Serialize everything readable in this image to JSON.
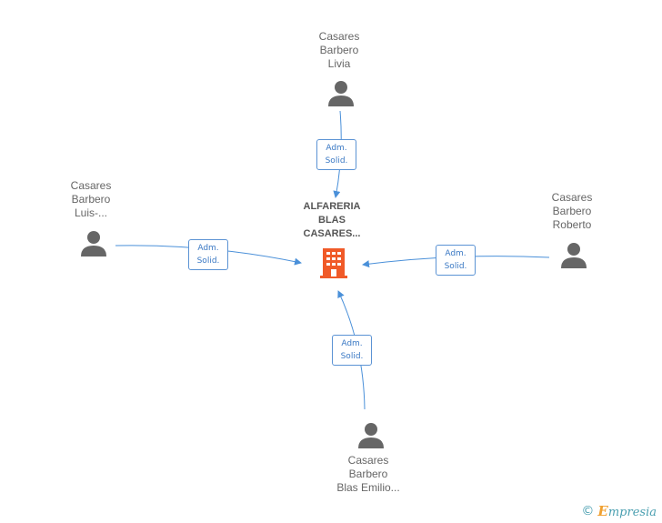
{
  "company": {
    "name_lines": [
      "ALFARERIA",
      "BLAS",
      "CASARES..."
    ],
    "color": "#f05a28"
  },
  "people": [
    {
      "id": "top",
      "name_lines": [
        "Casares",
        "Barbero",
        "Livia"
      ]
    },
    {
      "id": "left",
      "name_lines": [
        "Casares",
        "Barbero",
        "Luis-..."
      ]
    },
    {
      "id": "right",
      "name_lines": [
        "Casares",
        "Barbero",
        "Roberto"
      ]
    },
    {
      "id": "bottom",
      "name_lines": [
        "Casares",
        "Barbero",
        "Blas Emilio..."
      ]
    }
  ],
  "relations": [
    {
      "from": "top",
      "role_lines": [
        "Adm.",
        "Solid."
      ]
    },
    {
      "from": "left",
      "role_lines": [
        "Adm.",
        "Solid."
      ]
    },
    {
      "from": "right",
      "role_lines": [
        "Adm.",
        "Solid."
      ]
    },
    {
      "from": "bottom",
      "role_lines": [
        "Adm.",
        "Solid."
      ]
    }
  ],
  "colors": {
    "edge": "#4a90d9",
    "person_icon": "#666666",
    "brand": "#4a9fb0",
    "brand_accent": "#f0a030"
  },
  "footer": {
    "copyright_symbol": "©",
    "brand_initial": "E",
    "brand_rest": "mpresia"
  }
}
